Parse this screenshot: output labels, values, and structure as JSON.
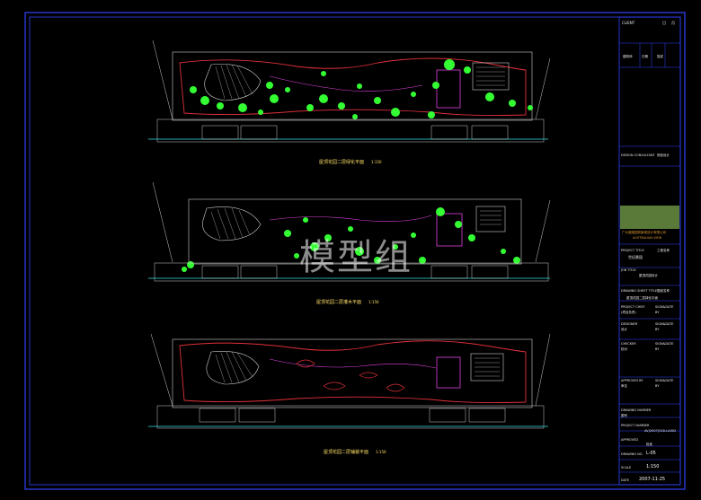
{
  "watermark": "模型组",
  "plans": [
    {
      "label": "屋顶花园二层绿化平面",
      "scale": "1:150"
    },
    {
      "label": "屋顶花园二层灌木平面",
      "scale": "1:150"
    },
    {
      "label": "屋顶花园二层铺装平面",
      "scale": "1:150"
    }
  ],
  "title_block": {
    "client": "CLIENT",
    "client_values": [
      "日",
      "月"
    ],
    "header_row": [
      "建筑师",
      "日期",
      "描述"
    ],
    "design_consultant": "DESIGN CONSULTANT",
    "design_consultant_value": "规划设计",
    "company_cn": "广州澳施园林景观设计有限公司",
    "company_en": "AUSTRALIAN VIEW",
    "project_title": "PROJECT TITLE",
    "project_title_value": "工程名称",
    "project_name": "世纪景园",
    "job_title": "JOB TITLE",
    "job_title_value": "屋顶花园设计",
    "drawing_title": "DRAWING SHEET TITLE",
    "drawing_title_value": "图纸名称",
    "drawing_name": "屋顶花园二层绿化平面",
    "project_chief": "PROJECT CHIEF",
    "project_chief_sub": "(项目负责)",
    "sign_date": "SIGN&DATE",
    "sign_by": "BY",
    "designer": "DESIGNER",
    "designer_sub": "设计",
    "checker": "CHECKER",
    "checker_sub": "校对",
    "approved_by": "APPROVED BY",
    "approved_sub": "审定",
    "drawing_number": "DRAWING NUMBER",
    "drawing_number_sub": "图号",
    "project_number": "PROJECT NUMBER",
    "project_number_value": "AV(2007)018-LA002",
    "approval": "APPROVED",
    "approval_sub": "批准",
    "drawing_no": "DRAWING NO.",
    "drawing_no_value": "L-05",
    "scale": "SCALE",
    "scale_value": "1:150",
    "date": "DATE",
    "date_value": "2007-11-25"
  }
}
